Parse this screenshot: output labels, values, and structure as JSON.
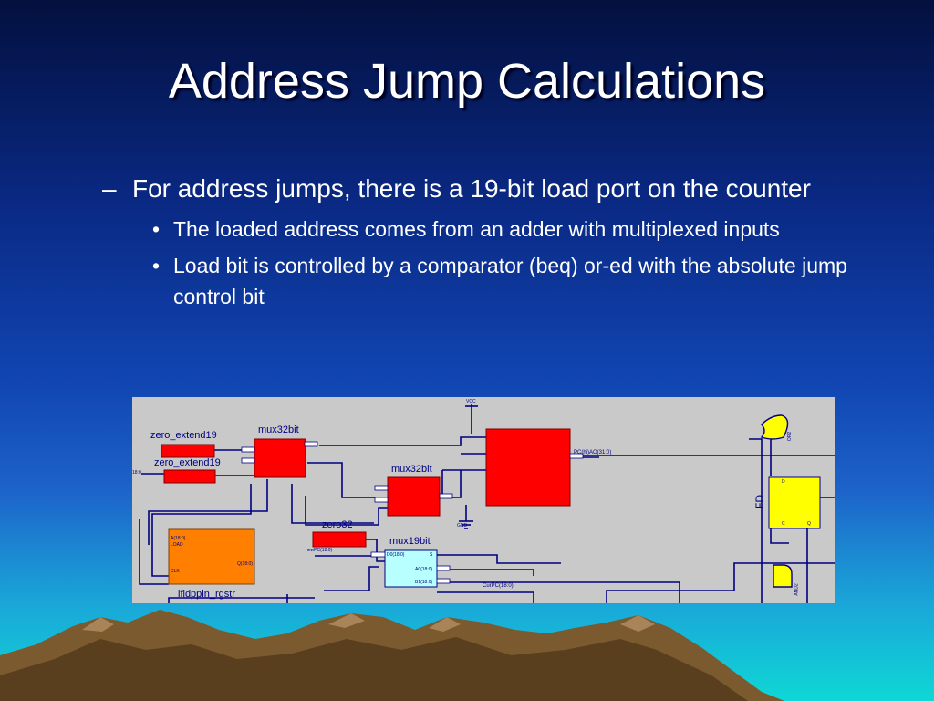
{
  "slide": {
    "title": "Address Jump Calculations",
    "bullet_1": {
      "marker": "–",
      "text": "For address jumps, there is a 19-bit load port on the counter",
      "sub": [
        {
          "marker": "•",
          "text": "The loaded address comes from an adder with multiplexed inputs"
        },
        {
          "marker": "•",
          "text": "Load bit is controlled by a comparator (beq) or-ed with the absolute jump control bit"
        }
      ]
    }
  },
  "schematic": {
    "blocks": {
      "zero_extend_a": "zero_extend19",
      "zero_extend_b": "zero_extend19",
      "mux_a": "mux32bit",
      "mux_b": "mux32bit",
      "zero32": "zero32",
      "mux19": "mux19bit",
      "ifid": "ifidppln_rgstr",
      "fd": "FD"
    },
    "pins": {
      "vcc": "VCC",
      "gnd": "GND",
      "pc_out": "PC(hi)AO(31:0)",
      "newpc": "newPC(18:0)",
      "curpc": "CurPC(18:0)",
      "ifid_a": "A(18:0)",
      "ifid_load": "LOAD",
      "ifid_clk": "CLK",
      "ifid_out": "Q(18:0)",
      "mux19_d0": "D0(18:0)",
      "mux19_a": "A0(18:0)",
      "mux19_b": "B1(18:0)",
      "mux19_s": "S",
      "fd_d": "D",
      "fd_c": "C",
      "fd_q": "Q",
      "or2": "OR2",
      "and2": "AND2",
      "left_in": "18:0"
    },
    "colors": {
      "background": "#c9c9c9",
      "red_block": "#ff0000",
      "orange_block": "#ff8000",
      "cyan_block": "#b8ffff",
      "yellow_block": "#ffff00",
      "wire": "#000080"
    }
  }
}
